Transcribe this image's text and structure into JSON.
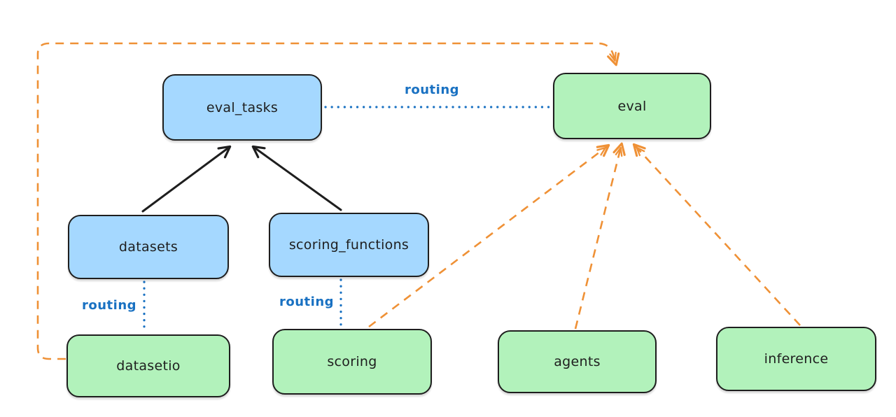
{
  "diagram": {
    "nodes": {
      "eval_tasks": {
        "label": "eval_tasks",
        "fill": "#a5d8ff"
      },
      "eval": {
        "label": "eval",
        "fill": "#b2f2bb"
      },
      "datasets": {
        "label": "datasets",
        "fill": "#a5d8ff"
      },
      "scoring_functions": {
        "label": "scoring_functions",
        "fill": "#a5d8ff"
      },
      "datasetio": {
        "label": "datasetio",
        "fill": "#b2f2bb"
      },
      "scoring": {
        "label": "scoring",
        "fill": "#b2f2bb"
      },
      "agents": {
        "label": "agents",
        "fill": "#b2f2bb"
      },
      "inference": {
        "label": "inference",
        "fill": "#b2f2bb"
      }
    },
    "edge_labels": {
      "routing_top": "routing",
      "routing_datasets": "routing",
      "routing_scoring": "routing"
    },
    "edges": [
      {
        "from": "datasets",
        "to": "eval_tasks",
        "style": "solid-black-arrow"
      },
      {
        "from": "scoring_functions",
        "to": "eval_tasks",
        "style": "solid-black-arrow"
      },
      {
        "from": "eval_tasks",
        "to": "eval",
        "style": "dotted-blue",
        "label": "routing"
      },
      {
        "from": "datasets",
        "to": "datasetio",
        "style": "dotted-blue",
        "label": "routing"
      },
      {
        "from": "scoring_functions",
        "to": "scoring",
        "style": "dotted-blue",
        "label": "routing"
      },
      {
        "from": "datasetio",
        "to": "eval",
        "style": "dashed-orange-arrow"
      },
      {
        "from": "scoring",
        "to": "eval",
        "style": "dashed-orange-arrow"
      },
      {
        "from": "agents",
        "to": "eval",
        "style": "dashed-orange-arrow"
      },
      {
        "from": "inference",
        "to": "eval",
        "style": "dashed-orange-arrow"
      }
    ],
    "colors": {
      "node_border": "#1e1e1e",
      "arrow_black": "#1e1e1e",
      "blue_fill": "#a5d8ff",
      "green_fill": "#b2f2bb",
      "routing_blue": "#1971c2",
      "dashed_orange": "#ef9136"
    }
  }
}
